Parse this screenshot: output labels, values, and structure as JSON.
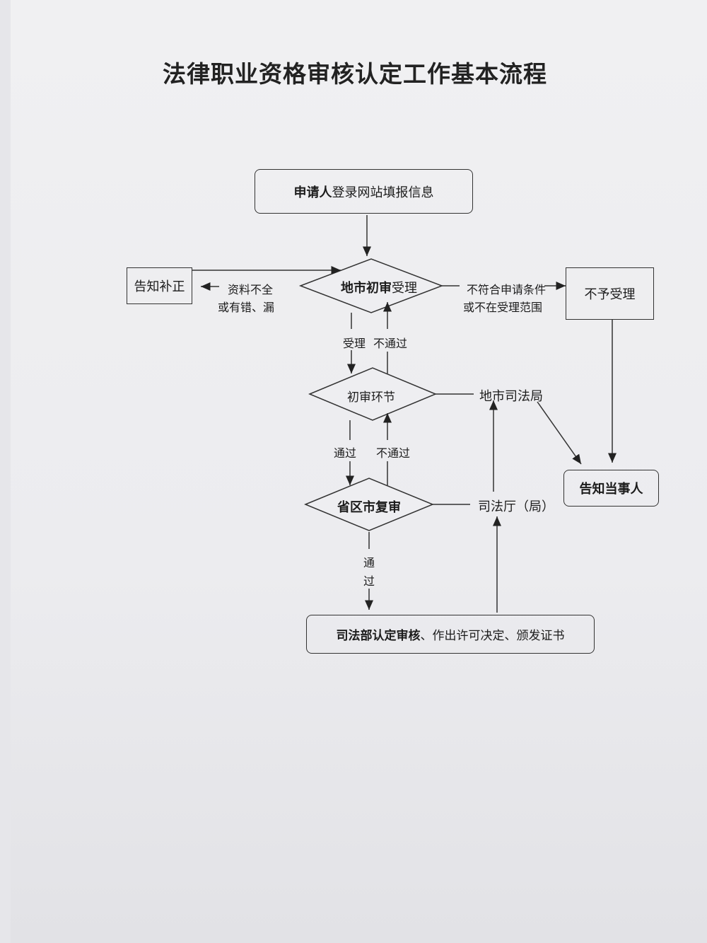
{
  "title": "法律职业资格审核认定工作基本流程",
  "nodes": {
    "start": {
      "bold": "申请人",
      "text": "登录网站填报信息"
    },
    "city_accept": {
      "bold": "地市初审",
      "text": "受理"
    },
    "notify_correct": {
      "text": "告知补正"
    },
    "reject": {
      "text": "不予受理"
    },
    "initial_review": {
      "text": "初审环节"
    },
    "city_bureau": {
      "text": "地市司法局"
    },
    "provincial_review": {
      "bold": "省区市复审"
    },
    "provincial_dept": {
      "text": "司法厅（局）"
    },
    "ministry": {
      "bold": "司法部认定审核",
      "text": "、作出许可决定、颁发证书"
    },
    "notify_party": {
      "text": "告知当事人"
    }
  },
  "edges": {
    "incomplete_1": "资料不全",
    "incomplete_2": "或有错、漏",
    "ineligible_1": "不符合申请条件",
    "ineligible_2": "或不在受理范围",
    "accepted": "受理",
    "fail_1": "不通过",
    "pass_1": "通过",
    "fail_2": "不通过",
    "pass_2_a": "通",
    "pass_2_b": "过"
  }
}
